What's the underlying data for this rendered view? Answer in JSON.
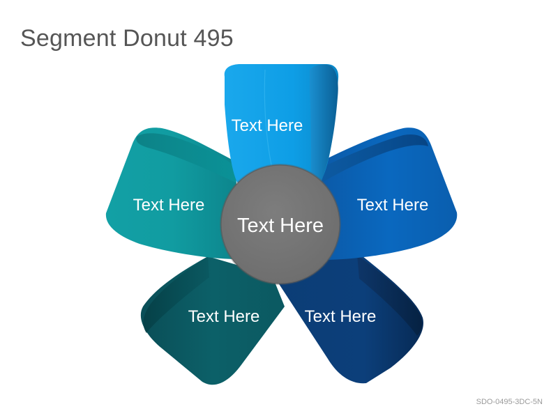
{
  "title": "Segment Donut 495",
  "code": "SDO-0495-3DC-5N",
  "center": {
    "label": "Text Here",
    "color": "#767676"
  },
  "segments": [
    {
      "position": "top",
      "label": "Text Here",
      "color": "#10a3ea"
    },
    {
      "position": "right",
      "label": "Text Here",
      "color": "#0a63b5"
    },
    {
      "position": "bottom-right",
      "label": "Text Here",
      "color": "#0b3a70"
    },
    {
      "position": "bottom-left",
      "label": "Text Here",
      "color": "#0c5e68"
    },
    {
      "position": "left",
      "label": "Text Here",
      "color": "#119aa0"
    }
  ]
}
